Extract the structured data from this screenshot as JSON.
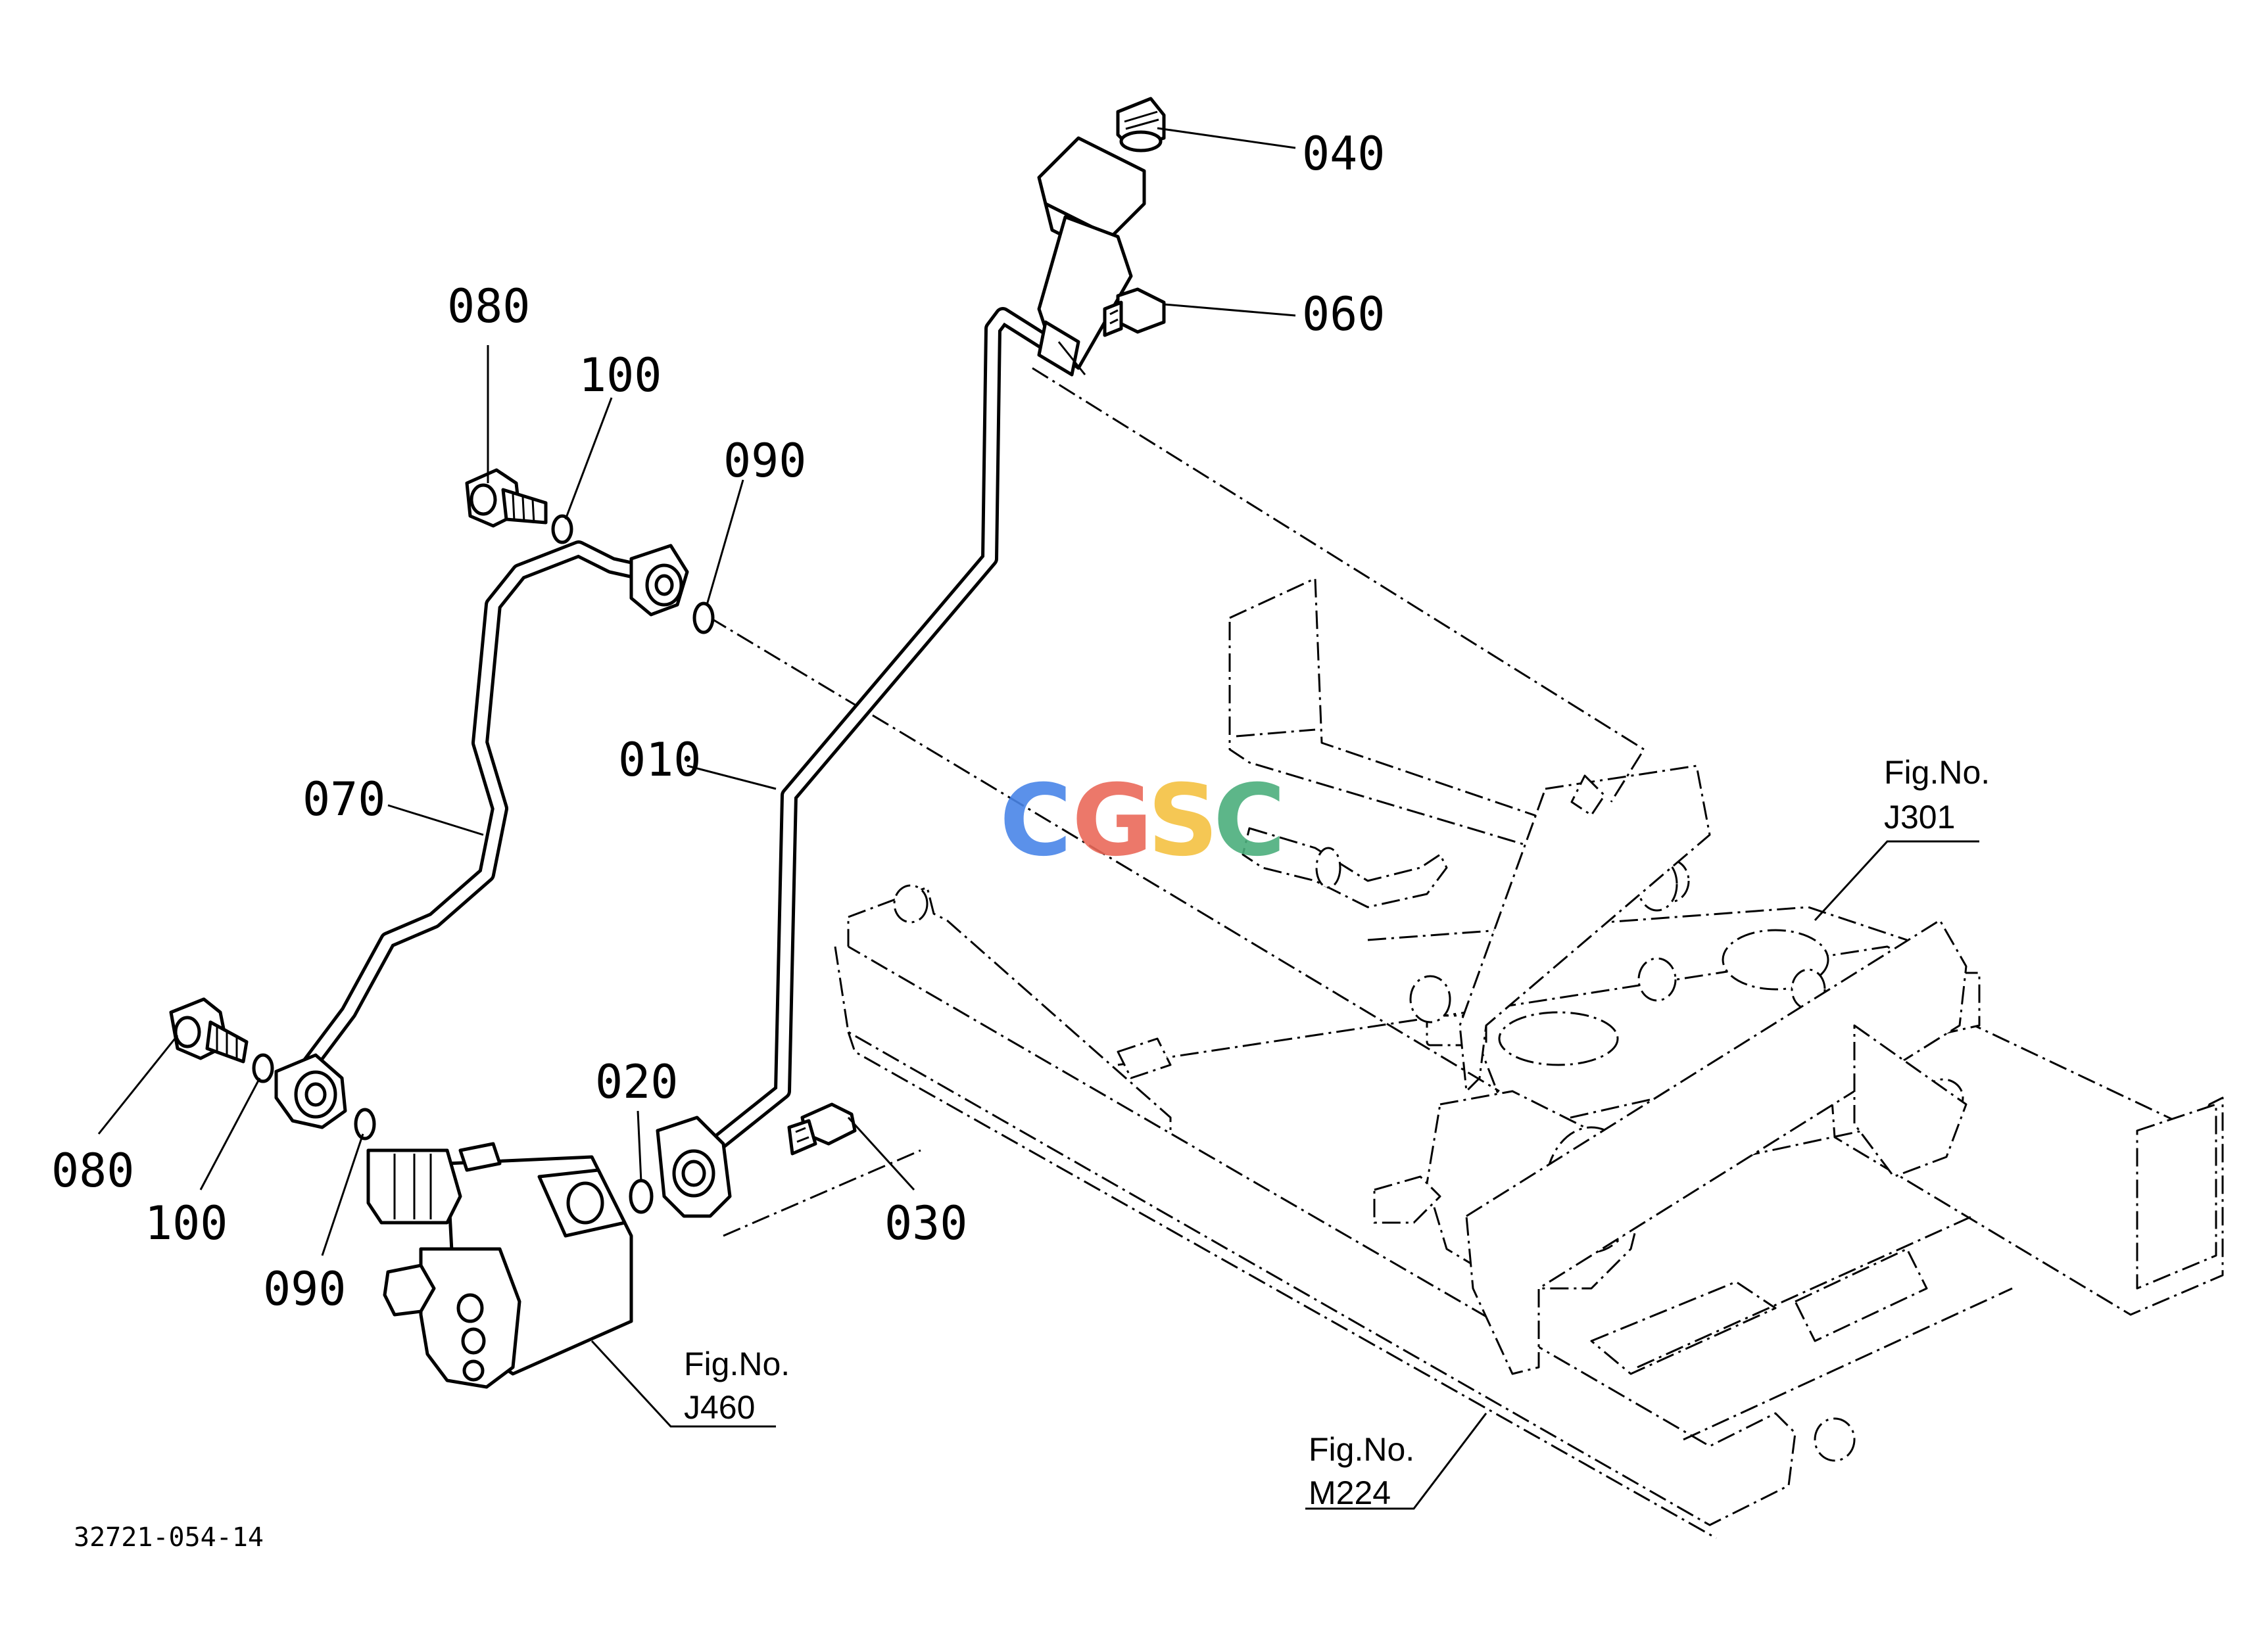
{
  "diagram": {
    "doc_code": "32721-054-14",
    "parts": {
      "p040": "040",
      "p060": "060",
      "p080_top": "080",
      "p100_top": "100",
      "p090_top": "090",
      "p010": "010",
      "p070": "070",
      "p080_bottom": "080",
      "p100_bottom": "100",
      "p090_bottom": "090",
      "p020": "020",
      "p030": "030"
    },
    "refs": {
      "j301": {
        "title": "Fig.No.",
        "code": "J301"
      },
      "j460": {
        "title": "Fig.No.",
        "code": "J460"
      },
      "m224": {
        "title": "Fig.No.",
        "code": "M224"
      }
    },
    "watermark": {
      "letters": [
        "C",
        "G",
        "S",
        "C"
      ],
      "colors": [
        "#4a86e8",
        "#ea6a5a",
        "#f5c242",
        "#4caf7d"
      ]
    }
  }
}
